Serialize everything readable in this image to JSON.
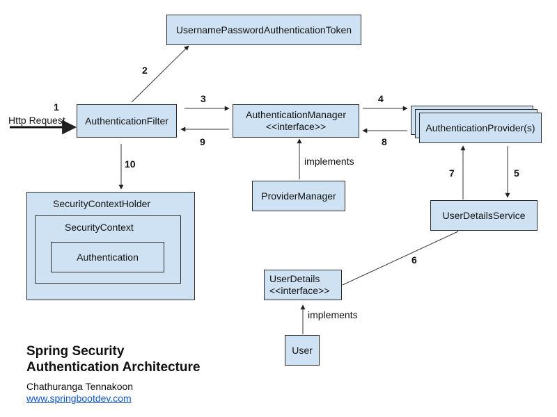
{
  "nodes": {
    "token": "UsernamePasswordAuthenticationToken",
    "filter": "AuthenticationFilter",
    "manager_line1": "AuthenticationManager",
    "manager_line2": "<<interface>>",
    "provider": "AuthenticationProvider(s)",
    "provider_manager": "ProviderManager",
    "user_details_service": "UserDetailsService",
    "security_context_holder": "SecurityContextHolder",
    "security_context": "SecurityContext",
    "authentication": "Authentication",
    "user_details_line1": "UserDetails",
    "user_details_line2": "<<interface>>",
    "user": "User"
  },
  "labels": {
    "http_request": "Http Request",
    "implements_manager": "implements",
    "implements_user": "implements"
  },
  "steps": [
    "1",
    "2",
    "3",
    "4",
    "5",
    "6",
    "7",
    "8",
    "9",
    "10"
  ],
  "title": {
    "line1": "Spring Security",
    "line2": "Authentication Architecture"
  },
  "author": {
    "name": "Chathuranga Tennakoon",
    "website": "www.springbootdev.com"
  },
  "colors": {
    "box_fill": "#cfe2f3",
    "box_border": "#2b2b2b",
    "link": "#1155cc"
  }
}
